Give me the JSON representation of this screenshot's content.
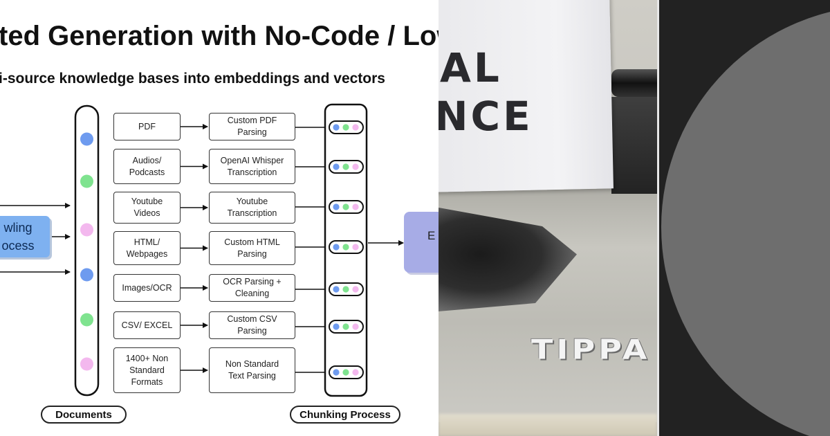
{
  "slide": {
    "title": "ted Generation with No-Code / Low",
    "subtitle": "i-source knowledge bases into embeddings and vectors",
    "crawling_label": "wling\nocess",
    "embedding_label": "E",
    "documents_label": "Documents",
    "chunking_label": "Chunking Process",
    "sources": [
      "PDF",
      "Audios/\nPodcasts",
      "Youtube\nVideos",
      "HTML/\nWebpages",
      "Images/OCR",
      "CSV/ EXCEL",
      "1400+ Non\nStandard\nFormats"
    ],
    "parsers": [
      "Custom PDF\nParsing",
      "OpenAI Whisper\nTranscription",
      "Youtube\nTranscription",
      "Custom HTML\nParsing",
      "OCR Parsing +\nCleaning",
      "Custom CSV\nParsing",
      "Non Standard\nText Parsing"
    ],
    "document_dot_colors": [
      "#6e9bef",
      "#7fe38f",
      "#f3b8ee",
      "#6e9bef",
      "#7fe38f",
      "#f3b8ee"
    ],
    "chunk_dot_colors": [
      "#6e9bef",
      "#7fe38f",
      "#f3b8ee"
    ]
  },
  "photo": {
    "paper_lines": [
      "AL",
      "NCE"
    ],
    "brand": "TIPPA"
  },
  "colors": {
    "crawling_box": "#7eb1f0",
    "embedding_box": "#a7ace6",
    "circle_bg": "#222222",
    "circle_disc": "#6e6e6e"
  }
}
